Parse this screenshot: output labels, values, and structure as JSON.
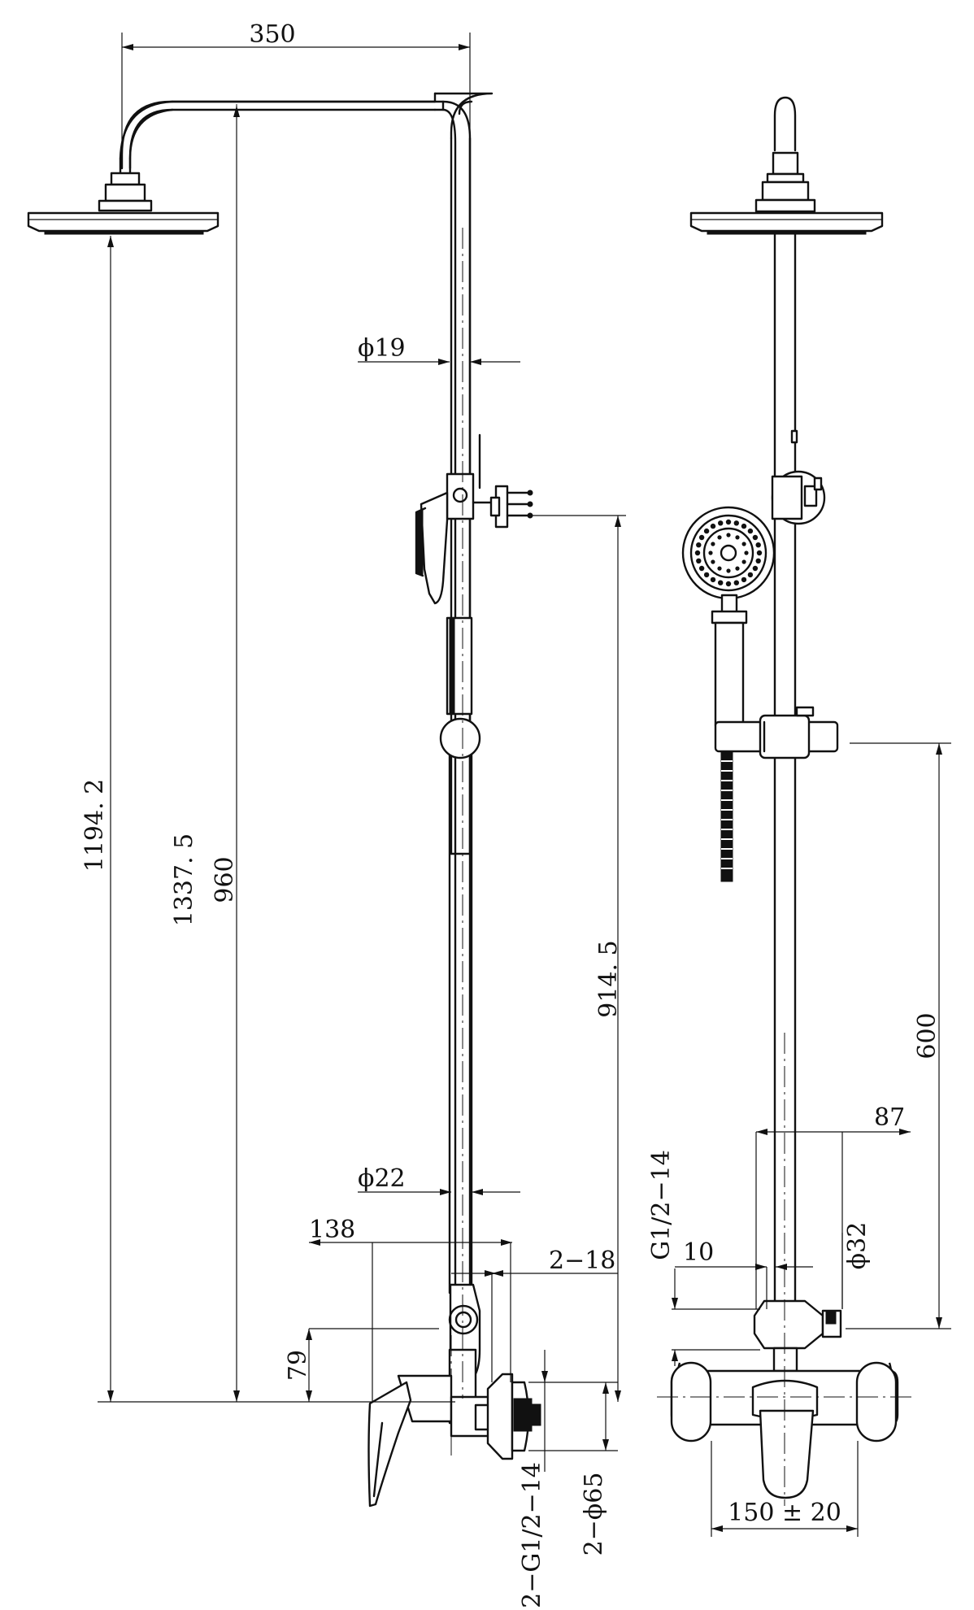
{
  "colors": {
    "line": "#111111",
    "background": "#ffffff"
  },
  "dimensions": {
    "width_350": "350",
    "height_1194": "1194. 2",
    "height_1337": "1337. 5",
    "height_960": "960",
    "height_914": "914. 5",
    "pipe_dia_19": "ϕ19",
    "pipe_dia_22": "ϕ22",
    "offset_138": "138",
    "spacing_2_18": "2−18",
    "height_79": "79",
    "thread_2_g12_14": "2−G1/2−14",
    "flange_2_dia65": "2−ϕ65",
    "height_600": "600",
    "width_87": "87",
    "thread_g12_14": "G1/2−14",
    "width_10": "10",
    "dia_32": "ϕ32",
    "centers_150": "150 ± 20"
  }
}
